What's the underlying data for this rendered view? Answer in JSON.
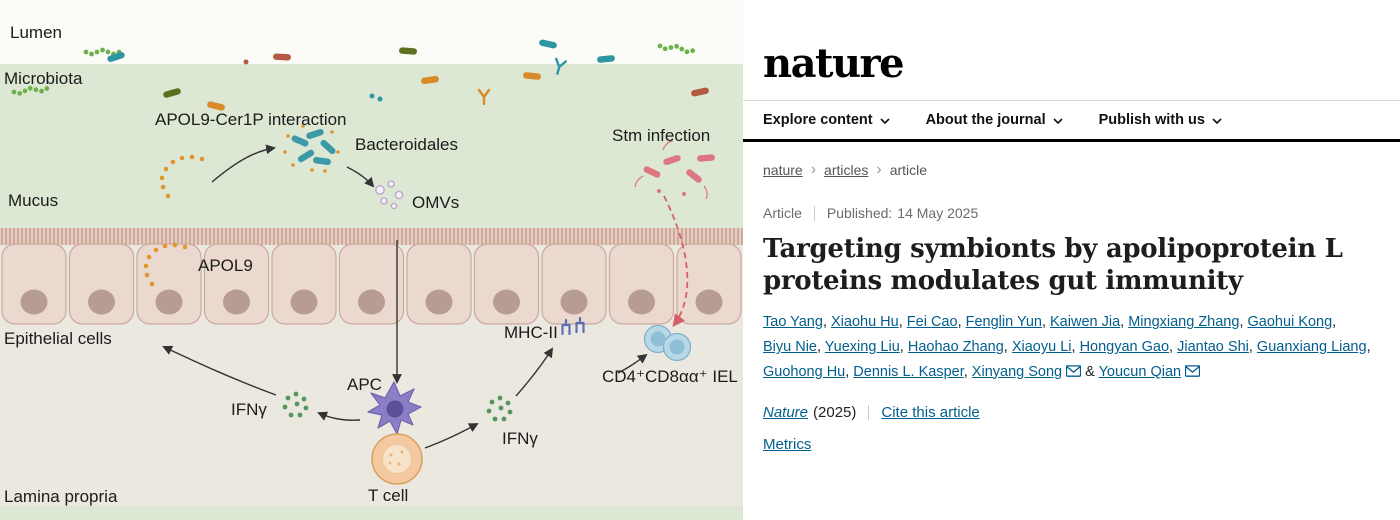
{
  "figure": {
    "labels": {
      "lumen": "Lumen",
      "microbiota": "Microbiota",
      "apol9_cer1p": "APOL9-Cer1P interaction",
      "bacteroidales": "Bacteroidales",
      "stm_infection": "Stm infection",
      "mucus": "Mucus",
      "omvs": "OMVs",
      "apol9": "APOL9",
      "epithelial_cells": "Epithelial cells",
      "mhc2": "MHC-II",
      "iel": "CD4⁺CD8αα⁺ IEL",
      "apc": "APC",
      "ifny": "IFNγ",
      "t_cell": "T cell",
      "lamina_propria": "Lamina propria"
    },
    "colors": {
      "mucus_green": "#dce8d3",
      "epithelium_pink": "#ebd9d0",
      "lamina_grey": "#ebe8e0",
      "apol9_orange": "#e0952f",
      "bacteroidales_teal": "#3d99a8",
      "stm_red": "#dd7680",
      "ifny_green": "#55975f",
      "apc_purple": "#8b7ec6",
      "tcell_orange": "#f4c99f",
      "iel_blue": "#b7d8e7"
    }
  },
  "site": {
    "logo": "nature",
    "nav": [
      {
        "label": "Explore content"
      },
      {
        "label": "About the journal"
      },
      {
        "label": "Publish with us"
      }
    ],
    "breadcrumb": [
      {
        "label": "nature"
      },
      {
        "label": "articles"
      },
      {
        "label": "article"
      }
    ],
    "breadcrumb_sep": "›",
    "link_color": "#025e8d"
  },
  "article": {
    "type_label": "Article",
    "published_label": "Published:",
    "published_date": "14 May 2025",
    "title": "Targeting symbionts by apolipoprotein L proteins modulates gut immunity",
    "authors": [
      {
        "name": "Tao Yang"
      },
      {
        "name": "Xiaohu Hu"
      },
      {
        "name": "Fei Cao"
      },
      {
        "name": "Fenglin Yun"
      },
      {
        "name": "Kaiwen Jia"
      },
      {
        "name": "Mingxiang Zhang"
      },
      {
        "name": "Gaohui Kong"
      },
      {
        "name": "Biyu Nie"
      },
      {
        "name": "Yuexing Liu"
      },
      {
        "name": "Haohao Zhang"
      },
      {
        "name": "Xiaoyu Li"
      },
      {
        "name": "Hongyan Gao"
      },
      {
        "name": "Jiantao Shi"
      },
      {
        "name": "Guanxiang Liang"
      },
      {
        "name": "Guohong Hu"
      },
      {
        "name": "Dennis L. Kasper"
      },
      {
        "name": "Xinyang Song",
        "envelope": true
      },
      {
        "name": "Youcun Qian",
        "envelope": true
      }
    ],
    "author_sep": ", ",
    "author_last_sep": " & ",
    "journal": "Nature",
    "year": "(2025)",
    "cite_label": "Cite this article",
    "metrics_label": "Metrics"
  }
}
